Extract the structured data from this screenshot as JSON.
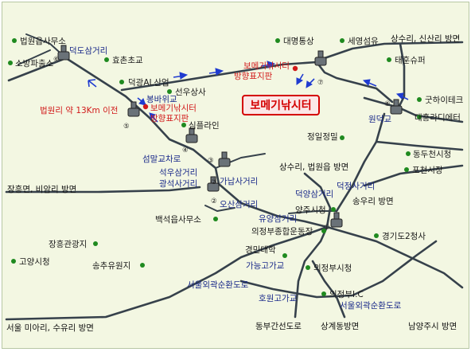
{
  "destination": {
    "label": "보메기낚시터",
    "accent": "#d40000"
  },
  "colors": {
    "road": "#36414b",
    "landmark_dot": "#1f8a1f",
    "route_arrow": "#1f3bd0",
    "sign_dot": "#d11a1a",
    "label_blue": "#1a2a8a"
  },
  "direction_labels": [
    {
      "text": "상수리, 신산리 방면"
    },
    {
      "text": "장흥면, 비암리 방면"
    },
    {
      "text": "서울 미아리, 수유리 방면"
    },
    {
      "text": "동부간선도로"
    },
    {
      "text": "상계동방면"
    },
    {
      "text": "남양주시 방면"
    },
    {
      "text": "상수리, 법원읍 방면"
    },
    {
      "text": "송우리 방면"
    }
  ],
  "sign_labels": [
    {
      "text": "보메기낚시터"
    },
    {
      "text": "방향표지판"
    },
    {
      "text": "법원리 약 13Km 이전"
    },
    {
      "text": "보메기낚시터"
    },
    {
      "text": "방향표지판"
    }
  ],
  "intersections": [
    {
      "num": "⑥",
      "text": "덕도삼거리"
    },
    {
      "num": "⑤",
      "text": "봉바위교"
    },
    {
      "num": "④",
      "text": "섬말교차로"
    },
    {
      "num": "③",
      "text": "석우삼거리"
    },
    {
      "num": "③",
      "text": "광석사거리"
    },
    {
      "num": "②",
      "text": "가납사거리"
    },
    {
      "num": "②",
      "text": "오산삼거리"
    },
    {
      "num": "⑦",
      "text": ""
    },
    {
      "num": "⑧",
      "text": "원덕교"
    },
    {
      "num": "①",
      "text": "덕정사거리"
    },
    {
      "num": "",
      "text": "유양삼거리"
    },
    {
      "num": "",
      "text": "가능고가교"
    },
    {
      "num": "",
      "text": "호원고가교"
    },
    {
      "num": "",
      "text": "서울외곽순환도로"
    },
    {
      "num": "",
      "text": "서울외곽순환도로"
    },
    {
      "num": "",
      "text": "덕양삼거리"
    }
  ],
  "landmarks": [
    {
      "text": "법원읍사무소"
    },
    {
      "text": "소방파출소"
    },
    {
      "text": "효촌초교"
    },
    {
      "text": "덕광AL산업"
    },
    {
      "text": "선우상사"
    },
    {
      "text": "심플라인"
    },
    {
      "text": "대명통상"
    },
    {
      "text": "세영섬유"
    },
    {
      "text": "태훈슈퍼"
    },
    {
      "text": "굿하이테크"
    },
    {
      "text": "대흥라디에터"
    },
    {
      "text": "정일정밀"
    },
    {
      "text": "동두천시청"
    },
    {
      "text": "포천시장"
    },
    {
      "text": "양주시청"
    },
    {
      "text": "백석읍사무소"
    },
    {
      "text": "의정부종합운동장"
    },
    {
      "text": "경기도2청사"
    },
    {
      "text": "장흥관광지"
    },
    {
      "text": "고양시청"
    },
    {
      "text": "경민대학"
    },
    {
      "text": "의정부시청"
    },
    {
      "text": "송추유원지"
    },
    {
      "text": "의정부I.C"
    }
  ]
}
